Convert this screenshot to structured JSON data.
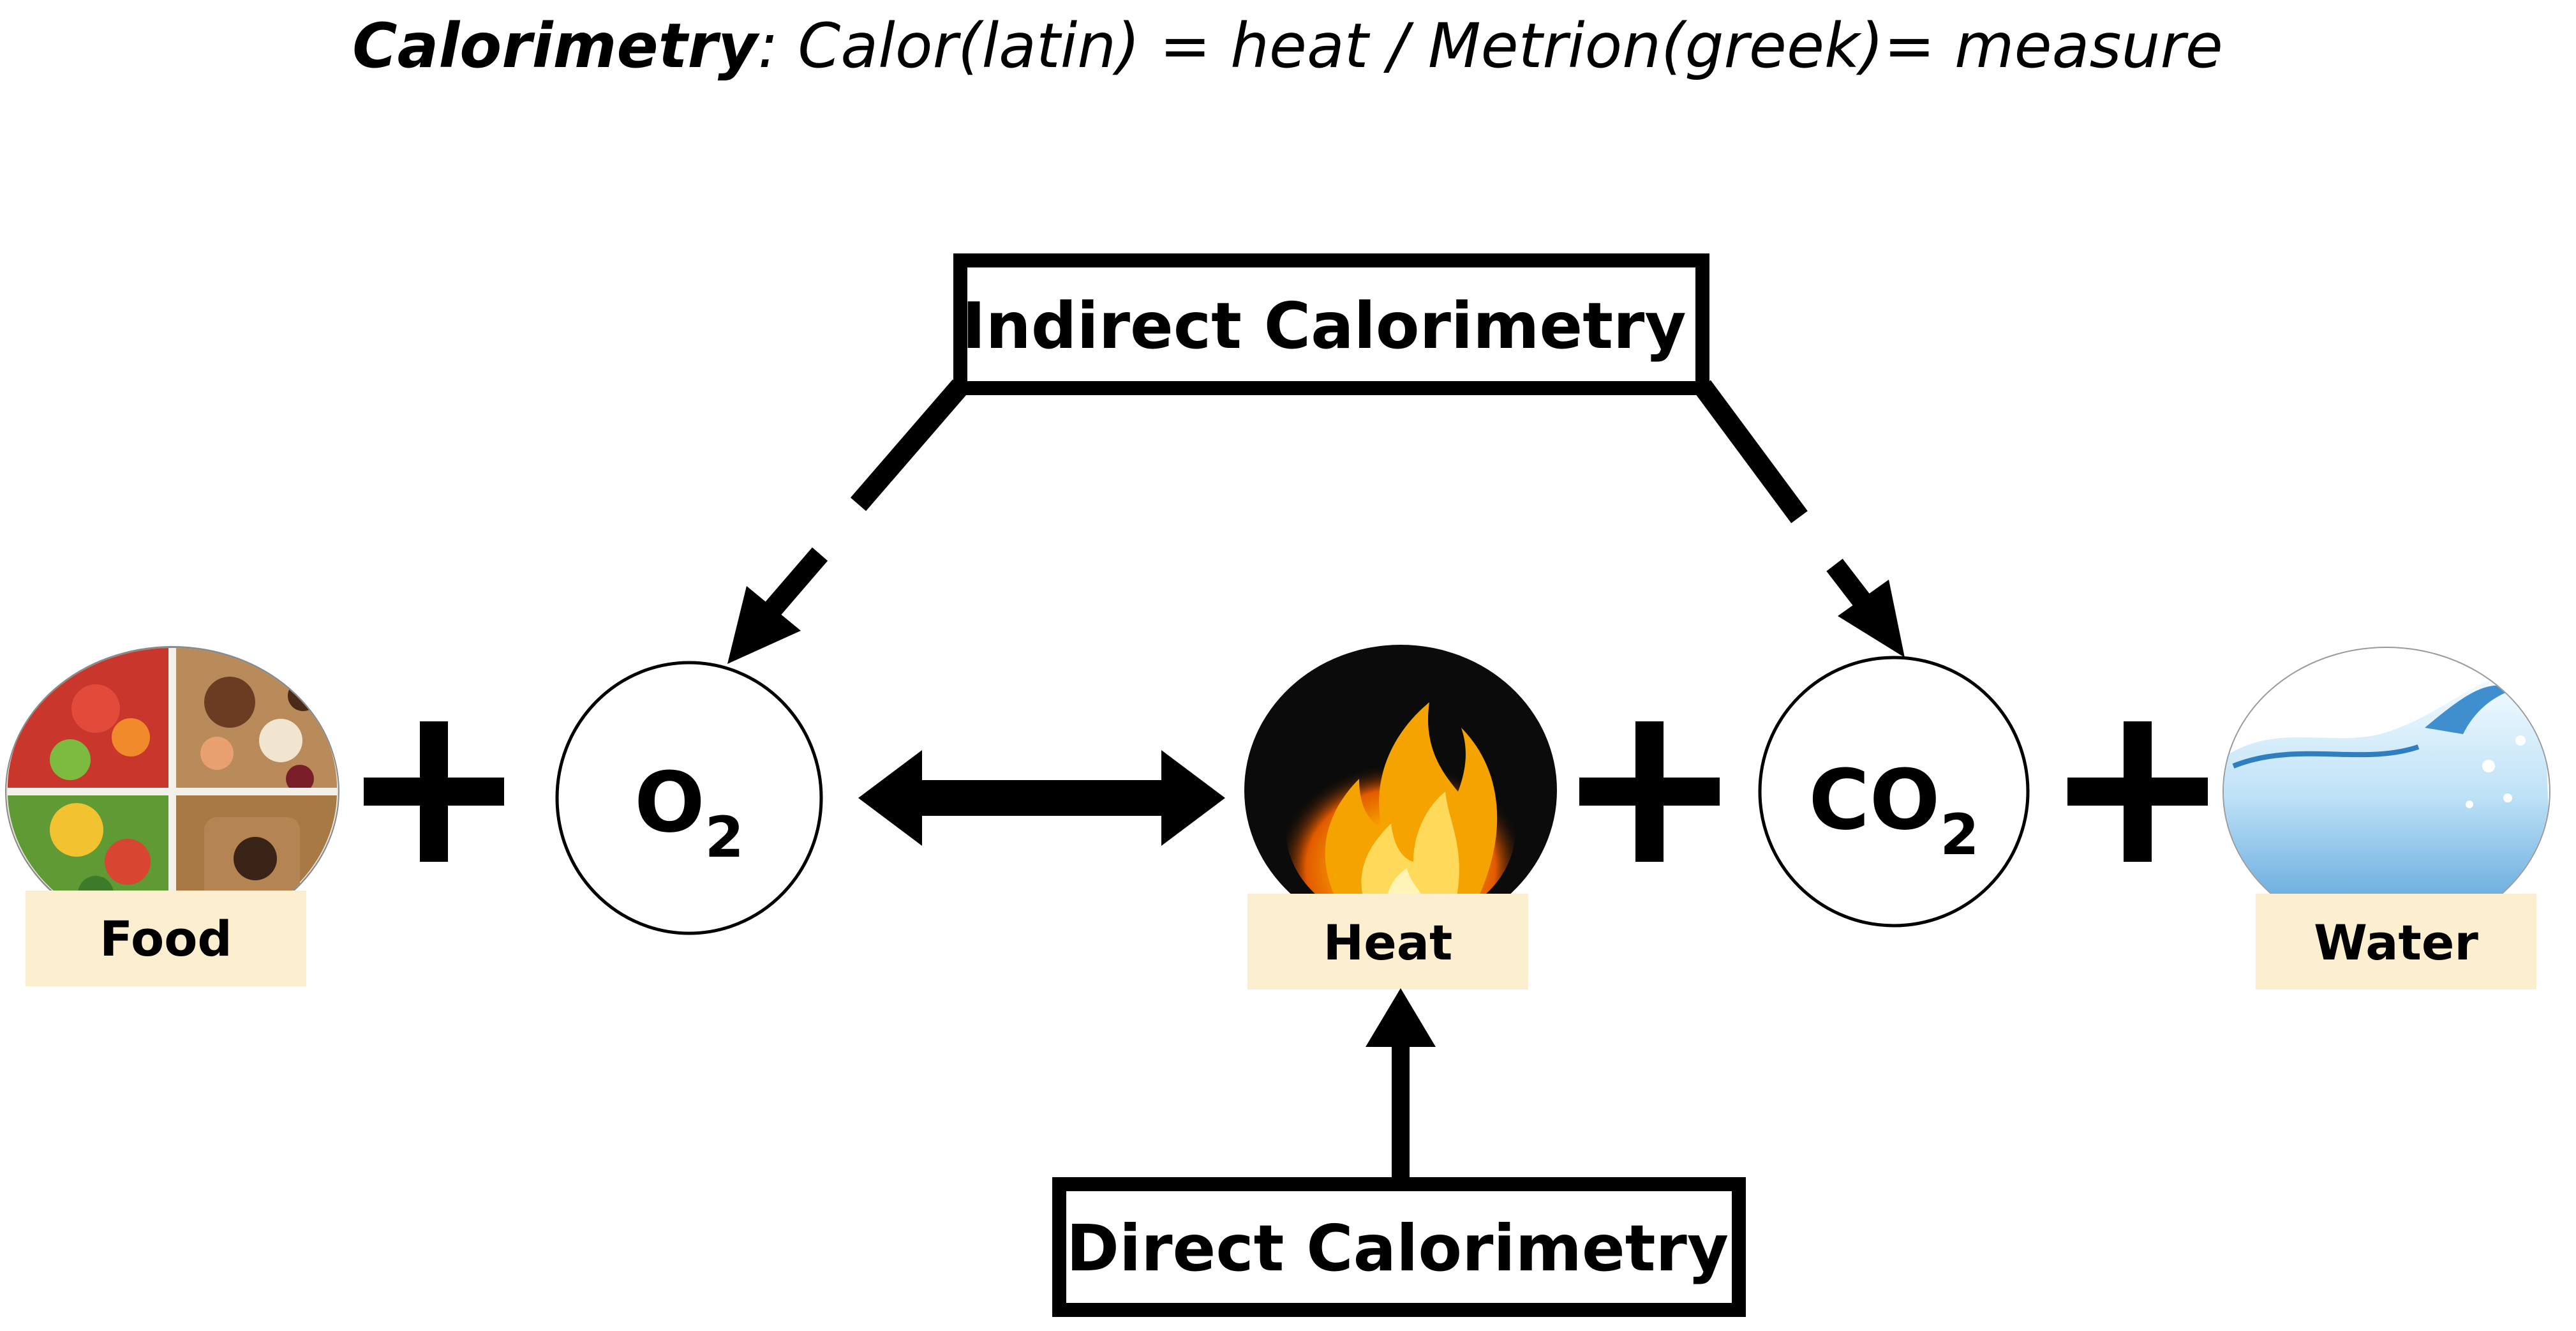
{
  "title": {
    "bold_part": "Calorimetry",
    "rest_part": ": Calor(latin) = heat / Metrion(greek)= measure"
  },
  "boxes": {
    "indirect": "Indirect Calorimetry",
    "direct": "Direct Calorimetry"
  },
  "molecules": {
    "oxygen": {
      "base": "O",
      "sub": "2"
    },
    "carbon_dioxide": {
      "base": "CO",
      "sub": "2"
    }
  },
  "labels": {
    "food": "Food",
    "heat": "Heat",
    "water": "Water"
  },
  "colors": {
    "label_background": "#fcefcf",
    "stroke": "#000000",
    "fire_background": "#0b0b0b",
    "fire_flame": "#f5a300",
    "water_light": "#d9eefb",
    "water_deep": "#3f8fcf"
  },
  "icons": {
    "food": "food-plate-icon",
    "heat": "fire-icon",
    "water": "water-splash-icon"
  }
}
